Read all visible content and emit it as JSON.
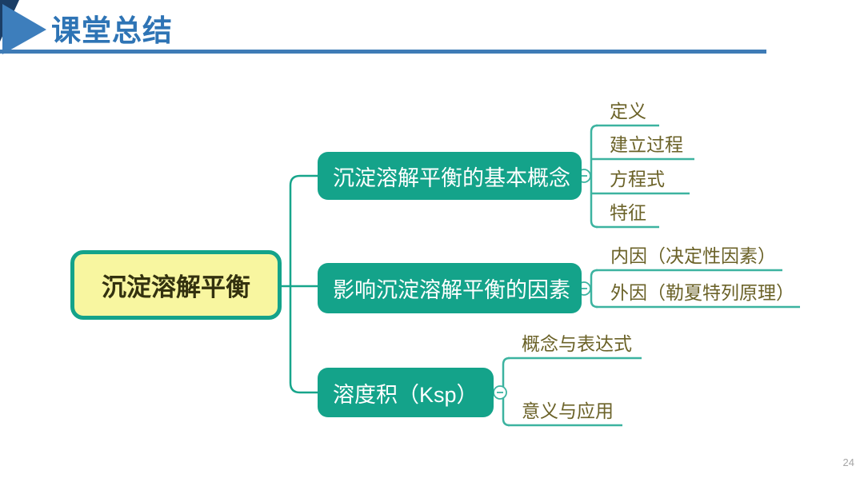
{
  "slide": {
    "header": {
      "title": "课堂总结"
    },
    "mindmap": {
      "root": {
        "label": "沉淀溶解平衡"
      },
      "branches": [
        {
          "label": "沉淀溶解平衡的基本概念",
          "children": [
            "定义",
            "建立过程",
            "方程式",
            "特征"
          ]
        },
        {
          "label": "影响沉淀溶解平衡的因素",
          "children": [
            "内因（决定性因素）",
            "外因（勒夏特列原理）"
          ]
        },
        {
          "label": "溶度积（Ksp）",
          "children": [
            "概念与表达式",
            "意义与应用"
          ]
        }
      ],
      "collapse_symbol": "−"
    },
    "page_number": "24",
    "colors": {
      "node_teal": "#14A38A",
      "leaf_line_teal": "#3CB3A0",
      "root_yellow": "#F8F6A0",
      "root_text": "#33310F",
      "leaf_text": "#6B6228",
      "header_text_blue": "#2E74B5",
      "header_line_blue": "#3E7BB6",
      "header_arrow_blue": "#3D7EBC",
      "header_arrow_navy": "#1B3E66"
    }
  }
}
